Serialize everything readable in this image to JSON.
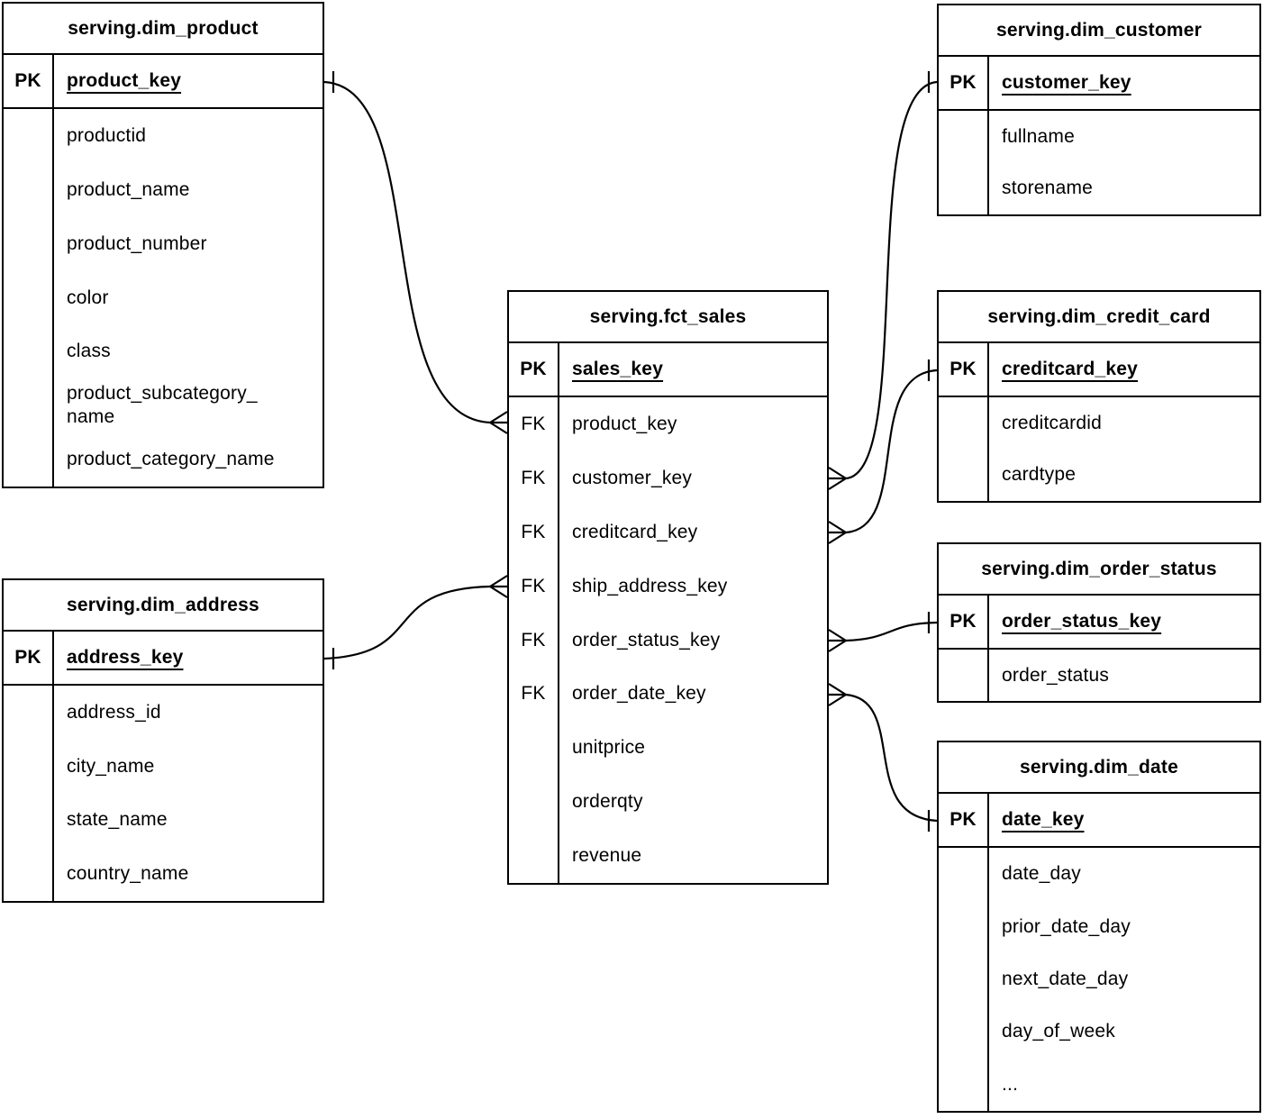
{
  "diagram": {
    "colors": {
      "line": "#000000",
      "background": "#ffffff",
      "text": "#000000"
    },
    "tables": {
      "dim_product": {
        "title": "serving.dim_product",
        "rows": [
          {
            "badge": "PK",
            "name": "product_key"
          },
          {
            "badge": "",
            "name": "productid"
          },
          {
            "badge": "",
            "name": "product_name"
          },
          {
            "badge": "",
            "name": "product_number"
          },
          {
            "badge": "",
            "name": "color"
          },
          {
            "badge": "",
            "name": "class"
          },
          {
            "badge": "",
            "name": "product_subcategory_\nname"
          },
          {
            "badge": "",
            "name": "product_category_name"
          }
        ]
      },
      "dim_customer": {
        "title": "serving.dim_customer",
        "rows": [
          {
            "badge": "PK",
            "name": "customer_key"
          },
          {
            "badge": "",
            "name": "fullname"
          },
          {
            "badge": "",
            "name": "storename"
          }
        ]
      },
      "fct_sales": {
        "title": "serving.fct_sales",
        "rows": [
          {
            "badge": "PK",
            "name": "sales_key"
          },
          {
            "badge": "FK",
            "name": "product_key"
          },
          {
            "badge": "FK",
            "name": "customer_key"
          },
          {
            "badge": "FK",
            "name": "creditcard_key"
          },
          {
            "badge": "FK",
            "name": "ship_address_key"
          },
          {
            "badge": "FK",
            "name": "order_status_key"
          },
          {
            "badge": "FK",
            "name": "order_date_key"
          },
          {
            "badge": "",
            "name": "unitprice"
          },
          {
            "badge": "",
            "name": "orderqty"
          },
          {
            "badge": "",
            "name": "revenue"
          }
        ]
      },
      "dim_credit_card": {
        "title": "serving.dim_credit_card",
        "rows": [
          {
            "badge": "PK",
            "name": "creditcard_key"
          },
          {
            "badge": "",
            "name": "creditcardid"
          },
          {
            "badge": "",
            "name": "cardtype"
          }
        ]
      },
      "dim_order_status": {
        "title": "serving.dim_order_status",
        "rows": [
          {
            "badge": "PK",
            "name": "order_status_key"
          },
          {
            "badge": "",
            "name": "order_status"
          }
        ]
      },
      "dim_date": {
        "title": "serving.dim_date",
        "rows": [
          {
            "badge": "PK",
            "name": "date_key"
          },
          {
            "badge": "",
            "name": "date_day"
          },
          {
            "badge": "",
            "name": "prior_date_day"
          },
          {
            "badge": "",
            "name": "next_date_day"
          },
          {
            "badge": "",
            "name": "day_of_week"
          },
          {
            "badge": "",
            "name": "..."
          }
        ]
      },
      "dim_address": {
        "title": "serving.dim_address",
        "rows": [
          {
            "badge": "PK",
            "name": "address_key"
          },
          {
            "badge": "",
            "name": "address_id"
          },
          {
            "badge": "",
            "name": "city_name"
          },
          {
            "badge": "",
            "name": "state_name"
          },
          {
            "badge": "",
            "name": "country_name"
          }
        ]
      }
    },
    "relationships": [
      {
        "fact_table": "serving.fct_sales",
        "fact_field": "product_key",
        "dim_table": "serving.dim_product",
        "dim_field": "product_key",
        "fact_end": "many",
        "dim_end": "one"
      },
      {
        "fact_table": "serving.fct_sales",
        "fact_field": "customer_key",
        "dim_table": "serving.dim_customer",
        "dim_field": "customer_key",
        "fact_end": "many",
        "dim_end": "one"
      },
      {
        "fact_table": "serving.fct_sales",
        "fact_field": "creditcard_key",
        "dim_table": "serving.dim_credit_card",
        "dim_field": "creditcard_key",
        "fact_end": "many",
        "dim_end": "one"
      },
      {
        "fact_table": "serving.fct_sales",
        "fact_field": "ship_address_key",
        "dim_table": "serving.dim_address",
        "dim_field": "address_key",
        "fact_end": "many",
        "dim_end": "one"
      },
      {
        "fact_table": "serving.fct_sales",
        "fact_field": "order_status_key",
        "dim_table": "serving.dim_order_status",
        "dim_field": "order_status_key",
        "fact_end": "many",
        "dim_end": "one"
      },
      {
        "fact_table": "serving.fct_sales",
        "fact_field": "order_date_key",
        "dim_table": "serving.dim_date",
        "dim_field": "date_key",
        "fact_end": "many",
        "dim_end": "one"
      }
    ]
  }
}
